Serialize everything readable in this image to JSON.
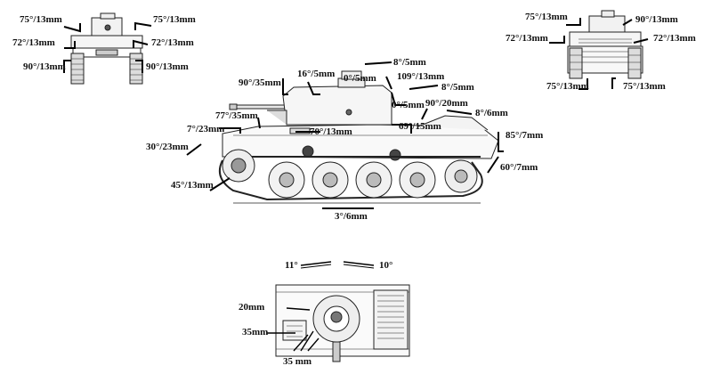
{
  "front_view_labels": {
    "upper_left": "75°/13mm",
    "upper_right": "75°/13mm",
    "mid_left": "72°/13mm",
    "mid_right": "72°/13mm",
    "lower_left": "90°/13mm",
    "lower_right": "90°/13mm"
  },
  "rear_view_labels": {
    "upper_left": "75°/13mm",
    "upper_right": "90°/13mm",
    "mid_left": "72°/13mm",
    "mid_right": "72°/13mm",
    "lower_left": "75°/13mm",
    "lower_right": "75°/13mm"
  },
  "side_view_labels": {
    "turret_rear": "90°/35mm",
    "turret_roof": "16°/5mm",
    "hull_roof_top": "8°/5mm",
    "cupola_top": "0°/5mm",
    "cupola_side": "109°/13mm",
    "turret_rear_roof": "8°/5mm",
    "engine_deck": "0°/5mm",
    "engine_bulkhead": "90°/20mm",
    "rear_deck": "8°/6mm",
    "mantlet": "77°/35mm",
    "glacis": "7°/23mm",
    "superstructure": "70°/13mm",
    "side_plate": "69°/15mm",
    "rear_upper": "85°/7mm",
    "front_upper": "30°/23mm",
    "rear_lower": "60°/7mm",
    "front_lower": "45°/13mm",
    "belly": "3°/6mm"
  },
  "top_view_labels": {
    "left_angle": "11°",
    "right_angle": "10°",
    "turret_front": "20mm",
    "turret_side": "35mm",
    "turret_mantlet": "35 mm"
  }
}
